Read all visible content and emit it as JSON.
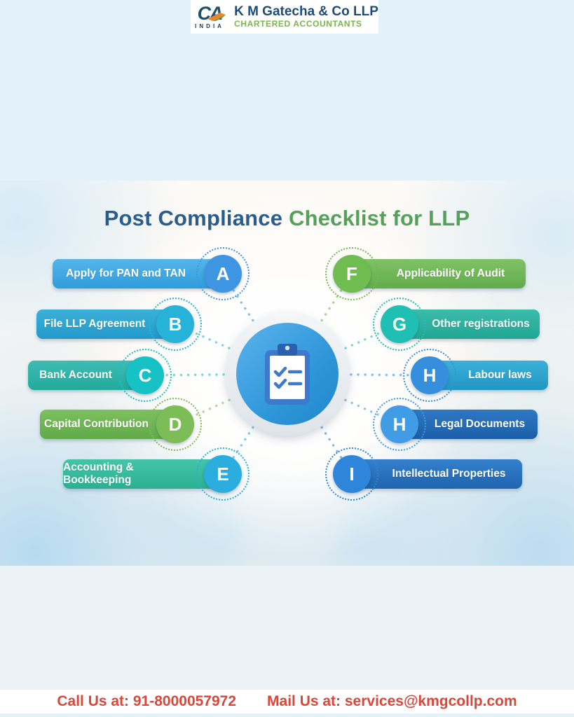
{
  "header": {
    "logo_mark": "CA",
    "logo_country": "INDIA",
    "company": "K M Gatecha & Co LLP",
    "tagline": "CHARTERED ACCOUNTANTS",
    "company_color": "#1d4c7c",
    "tagline_color": "#7ab648"
  },
  "title": {
    "part1": "Post Compliance ",
    "part2": "Checklist for LLP",
    "part1_color": "#2a5d8f",
    "part2_color": "#55a05b"
  },
  "center": {
    "icon": "clipboard-checklist-icon",
    "circle_color": "#2f96da",
    "ring_color": "#e7ebef"
  },
  "items_left": [
    {
      "letter": "A",
      "label": "Apply for PAN and TAN",
      "pill_color": "#3fa7e2",
      "badge_color": "#3e96e2"
    },
    {
      "letter": "B",
      "label": "File LLP Agreement",
      "pill_color": "#2ea6d2",
      "badge_color": "#27b2da"
    },
    {
      "letter": "C",
      "label": "Bank Account",
      "pill_color": "#2fb3aa",
      "badge_color": "#16c2c6"
    },
    {
      "letter": "D",
      "label": "Capital Contribution",
      "pill_color": "#6fb654",
      "badge_color": "#7cbd58"
    },
    {
      "letter": "E",
      "label": "Accounting & Bookkeeping",
      "pill_color": "#35bd9f",
      "badge_color": "#2baede"
    }
  ],
  "items_right": [
    {
      "letter": "F",
      "label": "Applicability of Audit",
      "pill_color": "#71b85a",
      "badge_color": "#6fbd50"
    },
    {
      "letter": "G",
      "label": "Other registrations",
      "pill_color": "#2eb4a1",
      "badge_color": "#1fbfb4"
    },
    {
      "letter": "H",
      "label": "Labour laws",
      "pill_color": "#2ea7cf",
      "badge_color": "#368fdd"
    },
    {
      "letter": "H",
      "label": "Legal Documents",
      "pill_color": "#2067b2",
      "badge_color": "#419ce6"
    },
    {
      "letter": "I",
      "label": "Intellectual Properties",
      "pill_color": "#2572bf",
      "badge_color": "#2e86da"
    }
  ],
  "footer": {
    "call": "Call Us at: 91-8000057972",
    "mail": "Mail Us at: services@kmgcollp.com",
    "text_color": "#d9473b"
  }
}
